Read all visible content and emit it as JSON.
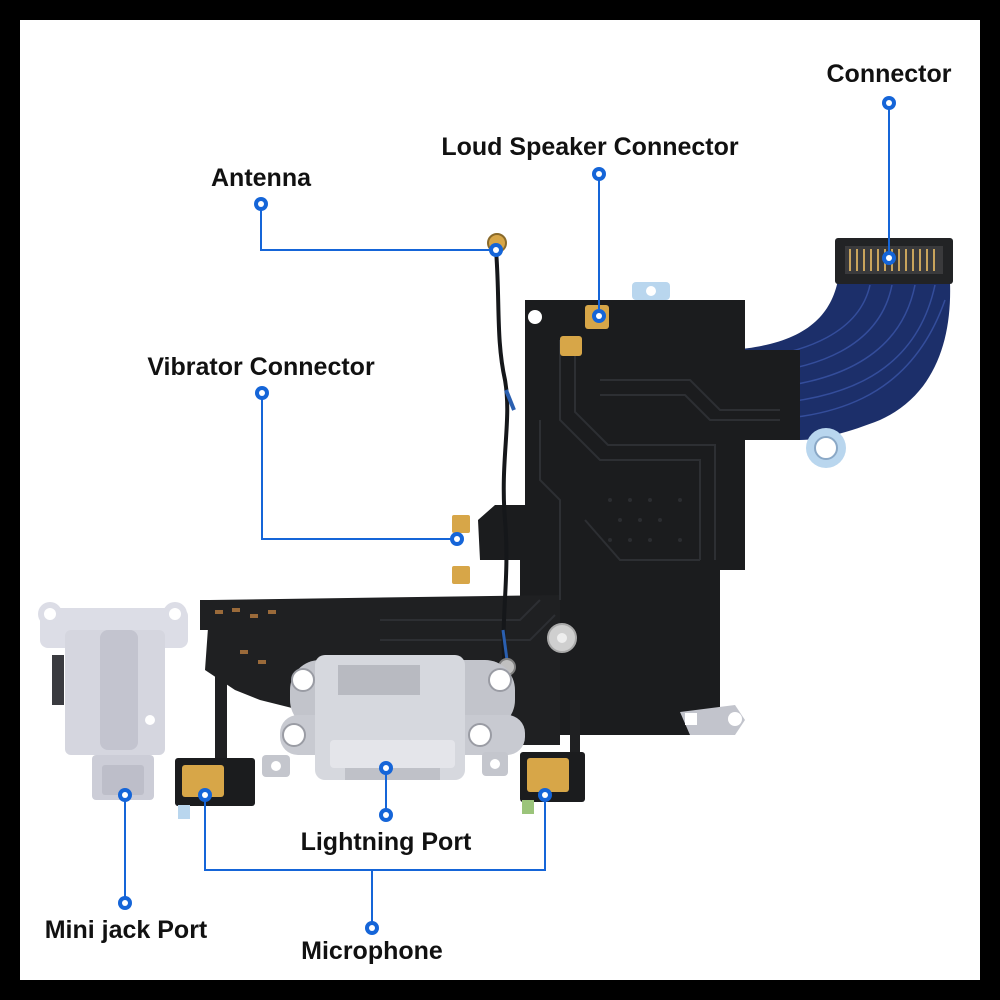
{
  "labels": {
    "connector": "Connector",
    "loud_speaker_connector": "Loud Speaker Connector",
    "antenna": "Antenna",
    "vibrator_connector": "Vibrator Connector",
    "lightning_port": "Lightning Port",
    "mini_jack_port": "Mini jack Port",
    "microphone": "Microphone"
  },
  "colors": {
    "frame": "#000000",
    "background": "#ffffff",
    "callout": "#1565d8",
    "pcb": "#1b1c1e",
    "flex_blue": "#1c2f6a",
    "contact_gold": "#d7a648",
    "port_metal": "#c9cbd2",
    "jack_housing": "#dcdde6"
  }
}
